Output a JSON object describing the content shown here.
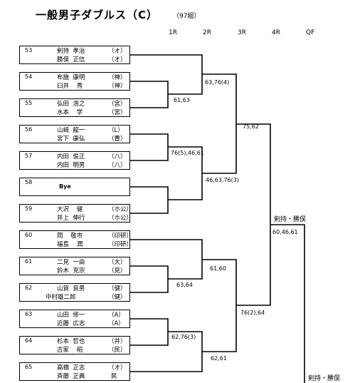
{
  "title": "一般男子ダブルス（C）",
  "count": "（97組）",
  "rounds": [
    "1R",
    "2R",
    "3R",
    "4R",
    "QF"
  ],
  "entries": [
    {
      "num": "53",
      "p1": "剣持  孝治",
      "t1": "（オ）",
      "p2": "勝俣  正信",
      "t2": "（オ）"
    },
    {
      "num": "54",
      "p1": "布施  康明",
      "t1": "（神）",
      "p2": "臼井    秀",
      "t2": "（神）"
    },
    {
      "num": "55",
      "p1": "弘田  浩之",
      "t1": "（宮）",
      "p2": "水本    学",
      "t2": "（宮）"
    },
    {
      "num": "56",
      "p1": "山崎  龍一",
      "t1": "（L）",
      "p2": "宮下  康弘",
      "t2": "（曹）"
    },
    {
      "num": "57",
      "p1": "内田  俊正",
      "t1": "（八）",
      "p2": "内田  明男",
      "t2": "（八）"
    },
    {
      "num": "58",
      "bye": "Bye"
    },
    {
      "num": "59",
      "p1": "大沢    健",
      "t1": "（ホ公）",
      "p2": "井上  伸行",
      "t2": "（ホ公）"
    },
    {
      "num": "60",
      "p1": "岡    敬市",
      "t1": "（印研）",
      "p2": "福島    潤",
      "t2": "（印研）"
    },
    {
      "num": "61",
      "p1": "二見  一由",
      "t1": "（大）",
      "p2": "鈴木  克宗",
      "t2": "（見）"
    },
    {
      "num": "62",
      "p1": "山賀  良男",
      "t1": "（健）",
      "p2": "中村雄二郎",
      "t2": "（健）"
    },
    {
      "num": "63",
      "p1": "山田  修一",
      "t1": "（A）",
      "p2": "近藤  広志",
      "t2": "（A）"
    },
    {
      "num": "64",
      "p1": "杉本  哲也",
      "t1": "（井）",
      "p2": "古家    昭",
      "t2": "（民）"
    },
    {
      "num": "65",
      "p1": "高橋  正志",
      "t1": "（オ）",
      "p2": "斉藤  正典",
      "t2": "民"
    }
  ],
  "scores": {
    "m54_55": "61,63",
    "m53_5455": "63,76(4)",
    "m56_57": "76(5),46,61",
    "m5657_5859": "46,63,76(3)",
    "top_half": "75,62",
    "m61_62": "63,64",
    "m60_6162": "61,60",
    "m63_64": "62,76(3)",
    "m6364_65": "62,61",
    "bottom_half": "76(2),64",
    "semi": "60,46,61"
  },
  "winners": {
    "mid": "剣持・勝俣",
    "bottom": "剣持・勝俣"
  }
}
